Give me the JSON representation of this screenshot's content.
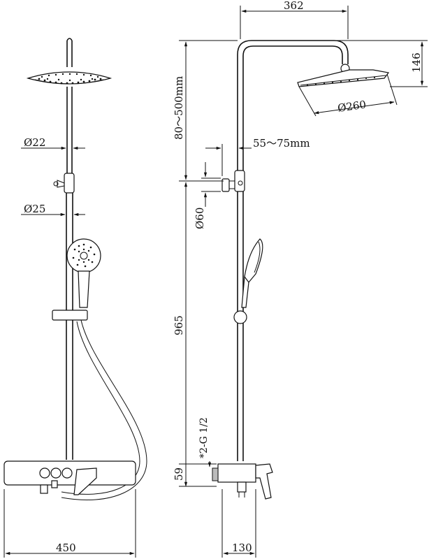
{
  "dimensions": {
    "top_width": "362",
    "head_height": "146",
    "head_diameter": "Ø260",
    "adjust_range": "80～500mm",
    "offset_range": "55～75mm",
    "bracket_diameter": "Ø60",
    "pipe_upper_diameter": "Ø22",
    "pipe_lower_diameter": "Ø25",
    "column_height": "965",
    "inlet_thread": "*2-G 1/2",
    "mixer_height": "59",
    "base_width": "450",
    "projection": "130"
  }
}
